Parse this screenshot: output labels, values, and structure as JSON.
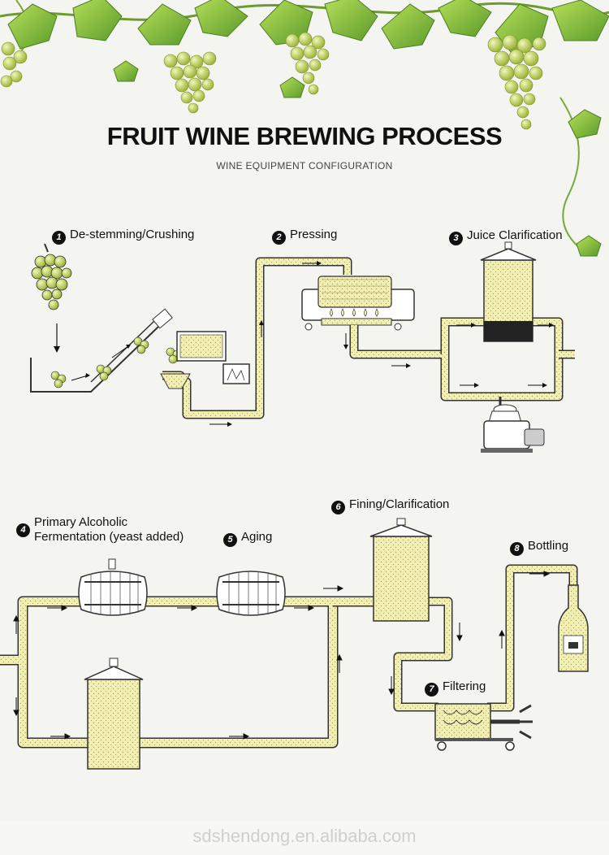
{
  "header": {
    "title": "FRUIT WINE BREWING PROCESS",
    "subtitle": "WINE EQUIPMENT CONFIGURATION"
  },
  "steps": [
    {
      "num": "1",
      "label": "De-stemming/Crushing"
    },
    {
      "num": "2",
      "label": "Pressing"
    },
    {
      "num": "3",
      "label": "Juice Clarification"
    },
    {
      "num": "4",
      "label_line1": "Primary Alcoholic",
      "label_line2": "Fermentation (yeast added)"
    },
    {
      "num": "5",
      "label": "Aging"
    },
    {
      "num": "6",
      "label": "Fining/Clarification"
    },
    {
      "num": "7",
      "label": "Filtering"
    },
    {
      "num": "8",
      "label": "Bottling"
    }
  ],
  "footer": {
    "watermark": "sdshendong.en.alibaba.com"
  },
  "colors": {
    "pipe_fill": "#f2efb2",
    "pipe_stroke": "#333333",
    "leaf": "#7fbf3a",
    "grape": "#c8d86a"
  },
  "icons": [
    "grape-cluster-icon",
    "grape-vine-icon",
    "barrel-icon",
    "tank-icon",
    "bottle-icon",
    "flow-arrow-icon"
  ]
}
